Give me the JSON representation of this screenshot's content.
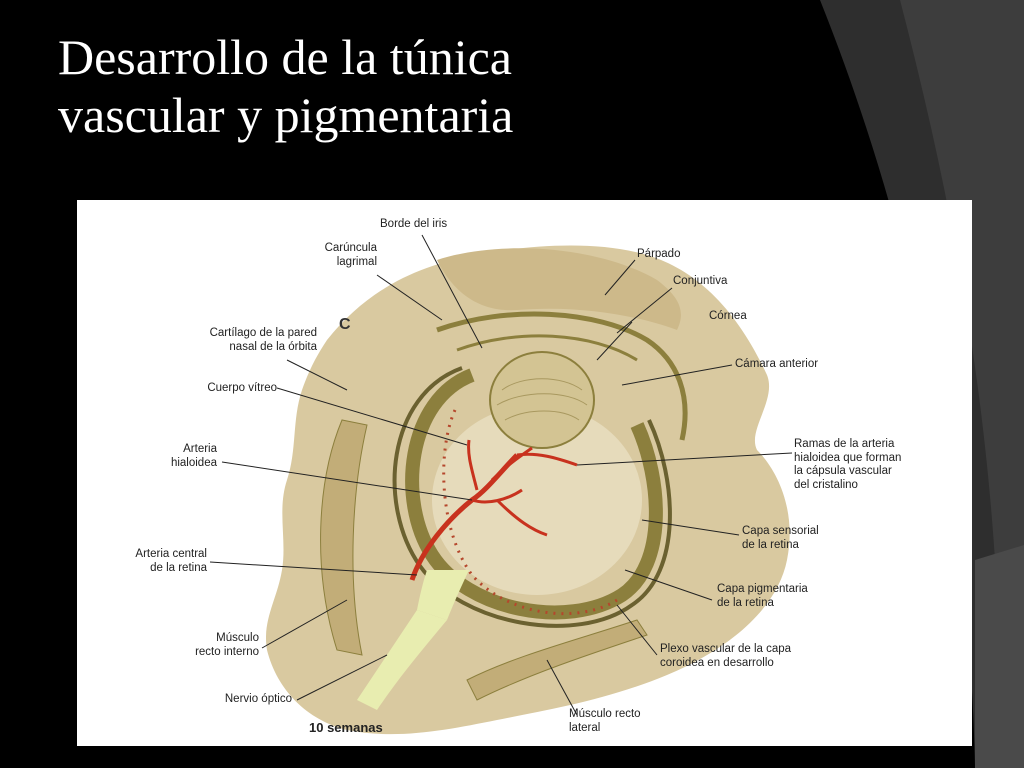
{
  "slide": {
    "title_line1": "Desarrollo de la túnica",
    "title_line2": "vascular y pigmentaria"
  },
  "diagram": {
    "panel_letter": "C",
    "stage": "10 semanas",
    "labels": {
      "borde_iris": "Borde del iris",
      "caruncula": [
        "Carúncula",
        "lagrimal"
      ],
      "parpado": "Párpado",
      "conjuntiva": "Conjuntiva",
      "cartilago": [
        "Cartílago de la pared",
        "nasal de la órbita"
      ],
      "cornea": "Córnea",
      "camara": "Cámara anterior",
      "cuerpo_vitreo": "Cuerpo vítreo",
      "arteria_hialoidea": [
        "Arteria",
        "hialoidea"
      ],
      "ramas": [
        "Ramas de la arteria",
        "hialoidea que forman",
        "la cápsula vascular",
        "del cristalino"
      ],
      "capa_sensorial": [
        "Capa sensorial",
        "de la retina"
      ],
      "arteria_central": [
        "Arteria central",
        "de la retina"
      ],
      "capa_pigmentaria": [
        "Capa pigmentaria",
        "de la retina"
      ],
      "musculo_interno": [
        "Músculo",
        "recto interno"
      ],
      "plexo": [
        "Plexo vascular de la capa",
        "coroidea en desarrollo"
      ],
      "nervio_optico": "Nervio óptico",
      "musculo_lateral": [
        "Músculo recto",
        "lateral"
      ]
    },
    "colors": {
      "tissue": "#d9c9a0",
      "tissue_dark": "#c2ad78",
      "layer": "#8c7f3d",
      "vessel": "#c8321e",
      "nerve": "#e8edb0",
      "slide_gray": "#3a3a3a"
    }
  }
}
